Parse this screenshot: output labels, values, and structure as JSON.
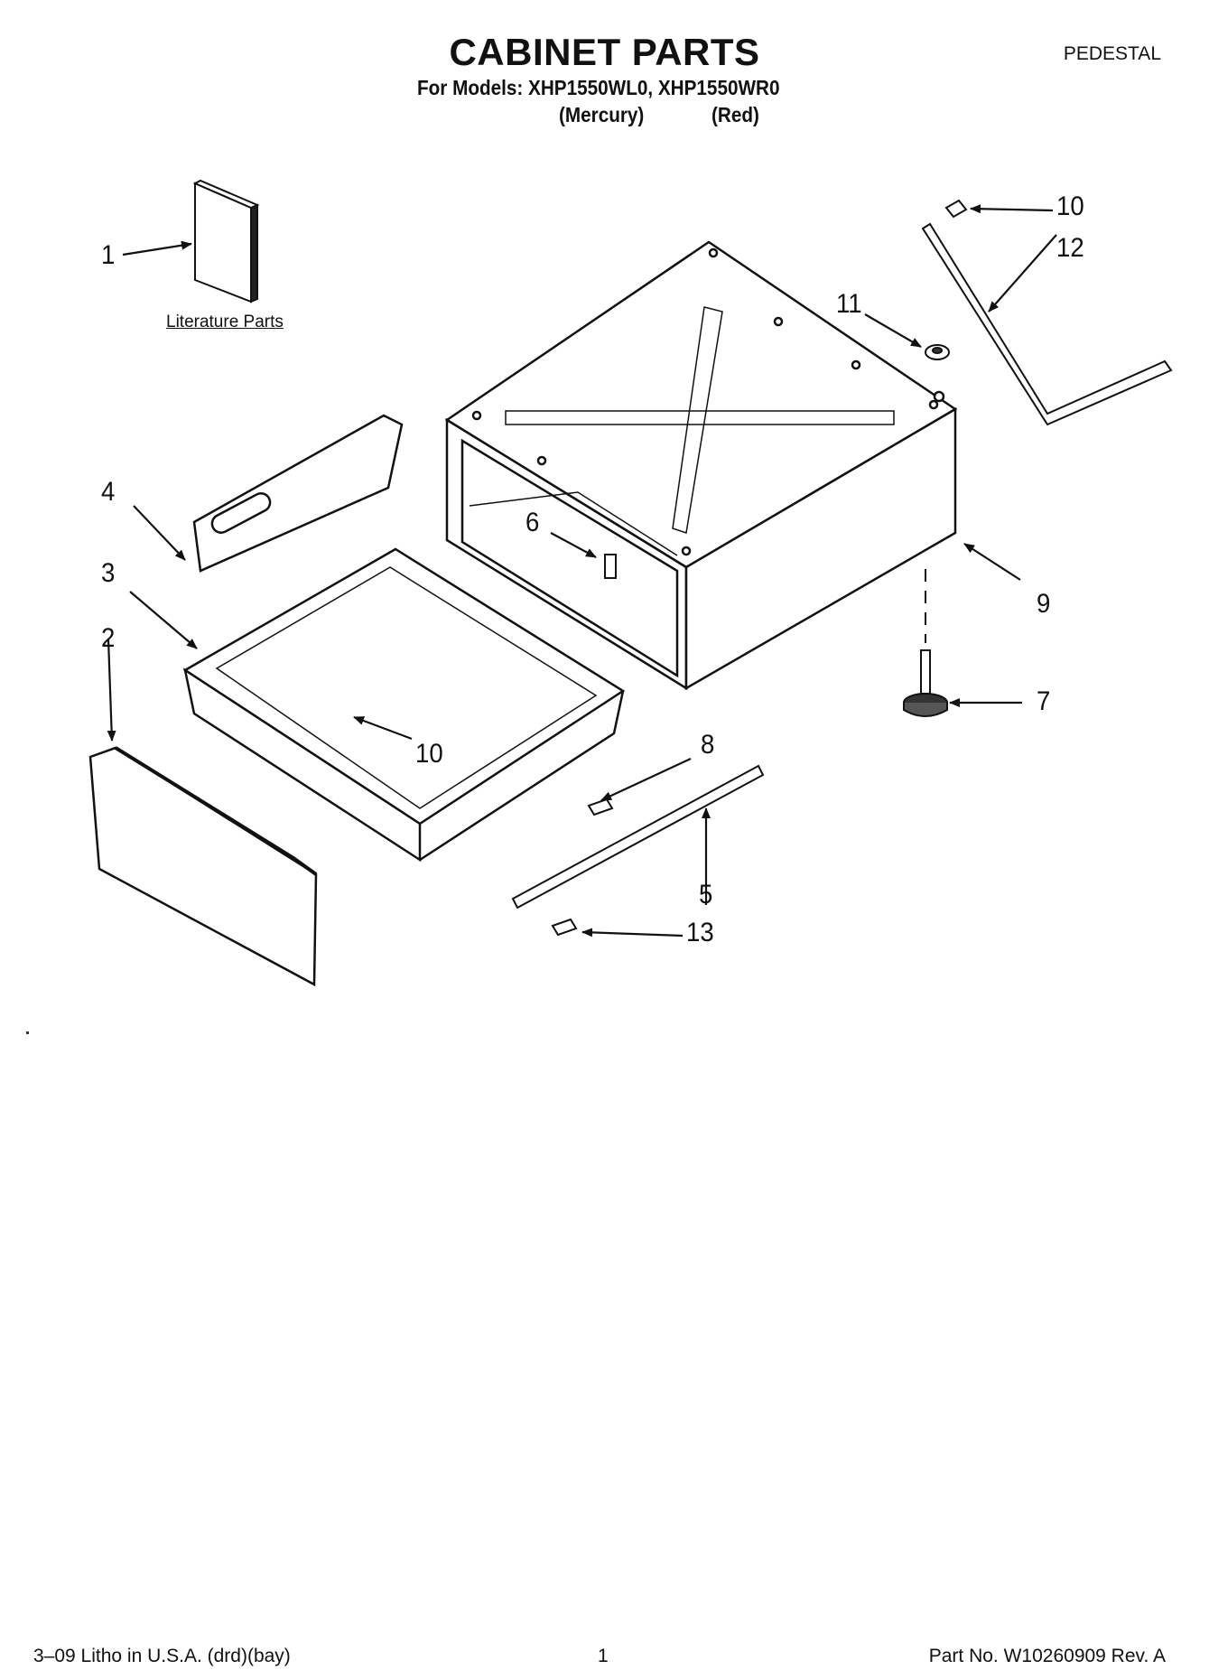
{
  "header": {
    "title": "CABINET PARTS",
    "section": "PEDESTAL",
    "models_line": "For Models: XHP1550WL0, XHP1550WR0",
    "variant_1": "(Mercury)",
    "variant_2": "(Red)"
  },
  "callouts": {
    "c1": "1",
    "c2": "2",
    "c3": "3",
    "c4": "4",
    "c5": "5",
    "c6": "6",
    "c7": "7",
    "c8": "8",
    "c9": "9",
    "c10a": "10",
    "c10b": "10",
    "c11": "11",
    "c12": "12",
    "c13": "13"
  },
  "literature_label": "Literature Parts",
  "footer": {
    "left": "3–09 Litho in U.S.A. (drd)(bay)",
    "page": "1",
    "part_no": "Part No. W10260909 Rev. A"
  }
}
